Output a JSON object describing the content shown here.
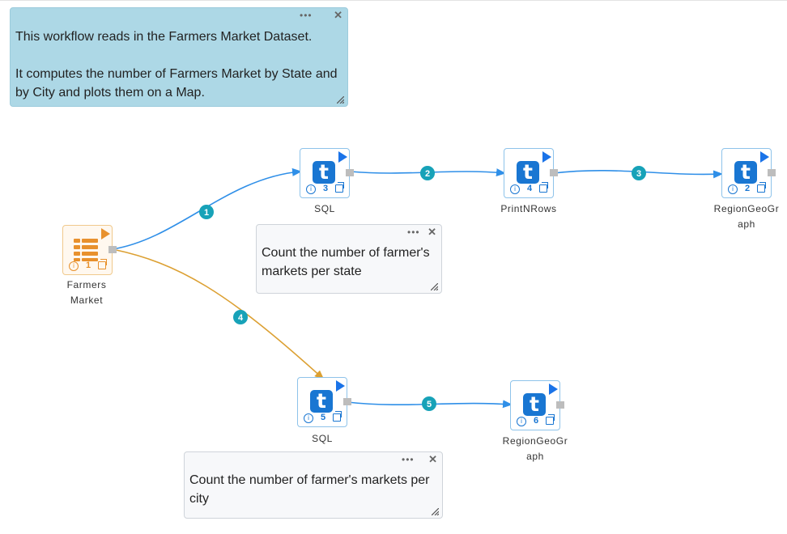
{
  "notes": [
    {
      "text": "This workflow reads in the Farmers Market Dataset.\n\nIt computes the number of Farmers Market by State and by City and plots them on a Map."
    },
    {
      "text": "Count the number of farmer's markets per state"
    },
    {
      "text": "Count the number of farmer's markets per city"
    }
  ],
  "note_menu_icon": "•••",
  "note_close_icon": "✕",
  "nodes": [
    {
      "id": "farmers",
      "number": "1",
      "label": "Farmers\nMarket",
      "icon": "database-table-icon"
    },
    {
      "id": "sql_state",
      "number": "3",
      "label": "SQL",
      "icon": "t-icon"
    },
    {
      "id": "printnrows",
      "number": "4",
      "label": "PrintNRows",
      "icon": "t-icon"
    },
    {
      "id": "geo_state",
      "number": "2",
      "label": "RegionGeoGr\naph",
      "icon": "t-icon"
    },
    {
      "id": "sql_city",
      "number": "5",
      "label": "SQL",
      "icon": "t-icon"
    },
    {
      "id": "geo_city",
      "number": "6",
      "label": "RegionGeoGr\naph",
      "icon": "t-icon"
    }
  ],
  "node_icon_letter": "t",
  "info_glyph": "i",
  "edges": [
    {
      "number": "1",
      "from": "farmers",
      "to": "sql_state"
    },
    {
      "number": "2",
      "from": "sql_state",
      "to": "printnrows"
    },
    {
      "number": "3",
      "from": "printnrows",
      "to": "geo_state"
    },
    {
      "number": "4",
      "from": "farmers",
      "to": "sql_city"
    },
    {
      "number": "5",
      "from": "sql_city",
      "to": "geo_city"
    }
  ],
  "colors": {
    "edge_blue": "#2f8fe8",
    "edge_orange": "#dca032",
    "edge_badge": "#17a2b8",
    "note_blue": "#add8e6",
    "node_blue": "#1976d2",
    "node_orange": "#e8912d"
  }
}
